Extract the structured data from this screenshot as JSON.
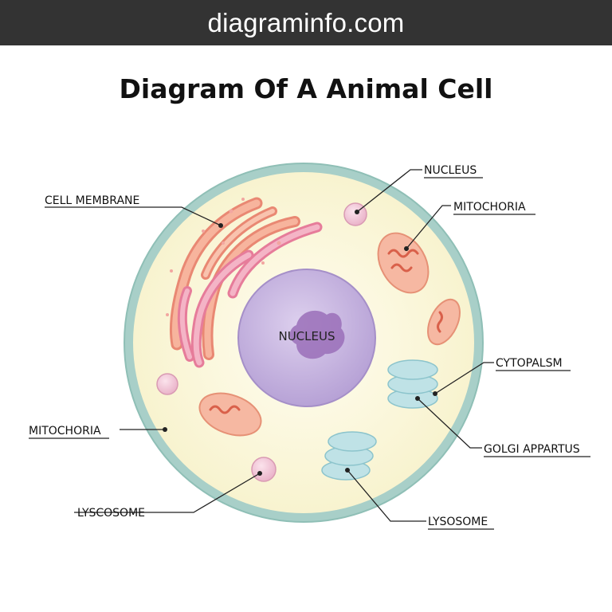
{
  "header": {
    "site": "diagraminfo.com"
  },
  "title": "Diagram Of A Animal Cell",
  "labels": {
    "nucleus_top": "NUCLEUS",
    "mitochoria_right": "MITOCHORIA",
    "cytopalsm": "CYTOPALSM",
    "golgi": "GOLGI APPARTUS",
    "lysosome": "LYSOSOME",
    "cell_membrane": "CELL MEMBRANE",
    "mitochoria_left": "MITOCHORIA",
    "lyscosome": "LYSCOSOME",
    "nucleus_center": "NUCLEUS"
  },
  "colors": {
    "header_bg": "#333333",
    "membrane": "#a8cfc8",
    "cytoplasm": "#fbf7dc",
    "nucleus": "#c9b8e0",
    "nucleolus": "#9a6fb8",
    "mitochondria": "#f6b8a2",
    "er": "#f2a6a0",
    "golgi": "#b8dde2",
    "lysosome": "#f2c6d8"
  }
}
